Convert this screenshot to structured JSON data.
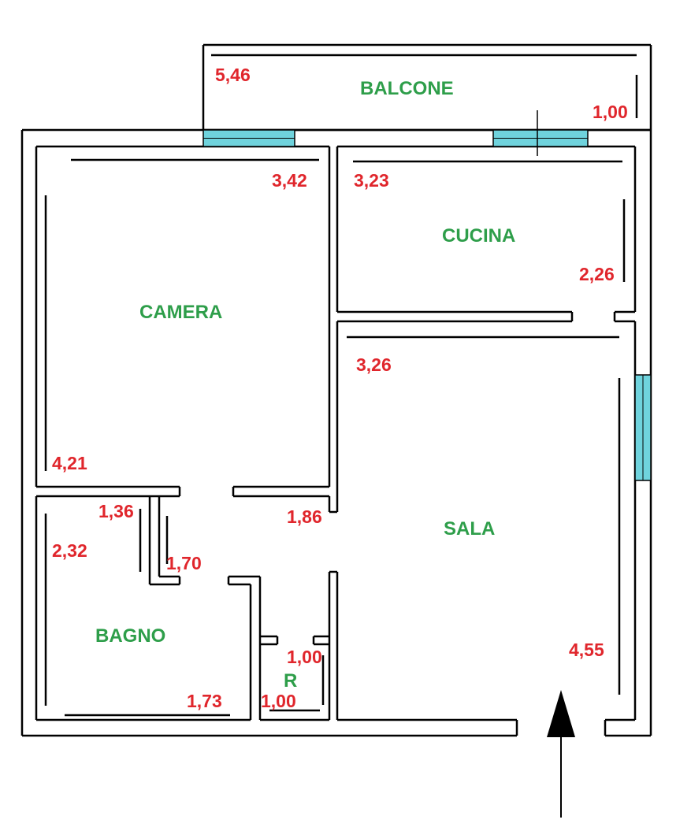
{
  "colors": {
    "wall": "#000000",
    "window": "#6fd3dd",
    "room_label": "#2e9e4a",
    "dimension": "#e0262c"
  },
  "rooms": {
    "balcone": "BALCONE",
    "cucina": "CUCINA",
    "camera": "CAMERA",
    "sala": "SALA",
    "bagno": "BAGNO",
    "ripostiglio": "R"
  },
  "dimensions": {
    "balcone_width": "5,46",
    "balcone_depth": "1,00",
    "camera_width": "3,42",
    "camera_depth": "4,21",
    "cucina_width": "3,23",
    "cucina_depth": "2,26",
    "sala_width": "3,26",
    "sala_depth": "4,55",
    "hall_width": "1,86",
    "hall_depth": "1,70",
    "bagno_entry": "1,36",
    "bagno_depth": "2,32",
    "bagno_width": "1,73",
    "rip_width": "1,00",
    "rip_depth": "1,00"
  },
  "entrance_icon": "entrance-arrow-icon"
}
